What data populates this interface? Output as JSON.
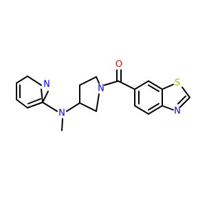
{
  "molecule": {
    "atoms": [
      {
        "id": "O1",
        "label": "O",
        "color": "#FF0000"
      },
      {
        "id": "N_pip",
        "label": "N",
        "color": "#0000FF"
      },
      {
        "id": "N_amine",
        "label": "N",
        "color": "#0000FF"
      },
      {
        "id": "N_pyr",
        "label": "N",
        "color": "#0000FF"
      },
      {
        "id": "S1",
        "label": "S",
        "color": "#B3B300"
      },
      {
        "id": "N_thz",
        "label": "N",
        "color": "#0000FF"
      }
    ],
    "bond_color": "#000000"
  }
}
